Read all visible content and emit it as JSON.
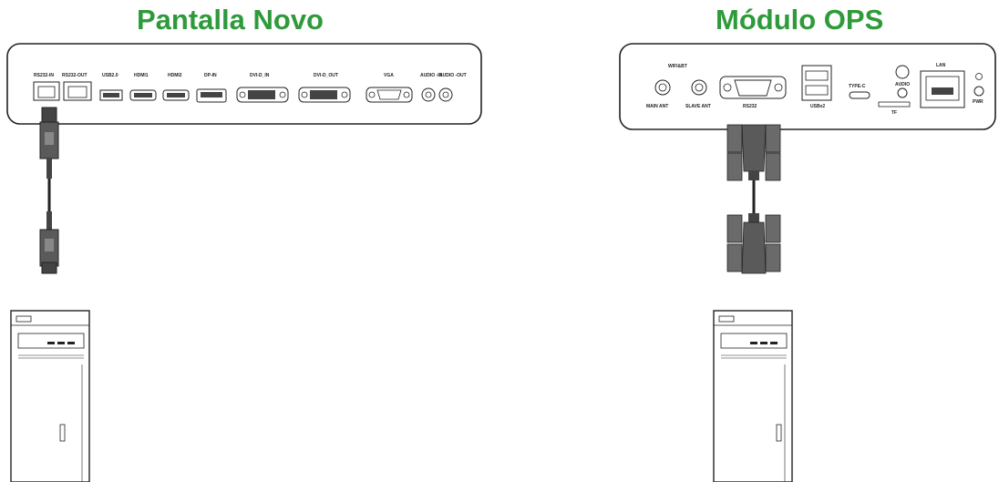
{
  "left_panel": {
    "title": "Pantalla Novo",
    "ports": [
      "RS232-IN",
      "RS232-OUT",
      "USB2.0",
      "HDMI1",
      "HDMI2",
      "DP-IN",
      "DVI-D_IN",
      "DVI-D_OUT",
      "VGA",
      "AUDIO -IN",
      "AUDIO -OUT"
    ]
  },
  "right_panel": {
    "title": "Módulo OPS",
    "ports": [
      "WIFI&BT",
      "MAIN ANT",
      "SLAVE ANT",
      "RS232",
      "USBx2",
      "TYPE-C",
      "AUDIO",
      "TF",
      "LAN",
      "PWR"
    ]
  },
  "colors": {
    "title": "#2e9a3a",
    "cable": "#5a5a5a",
    "outline": "#222222"
  }
}
